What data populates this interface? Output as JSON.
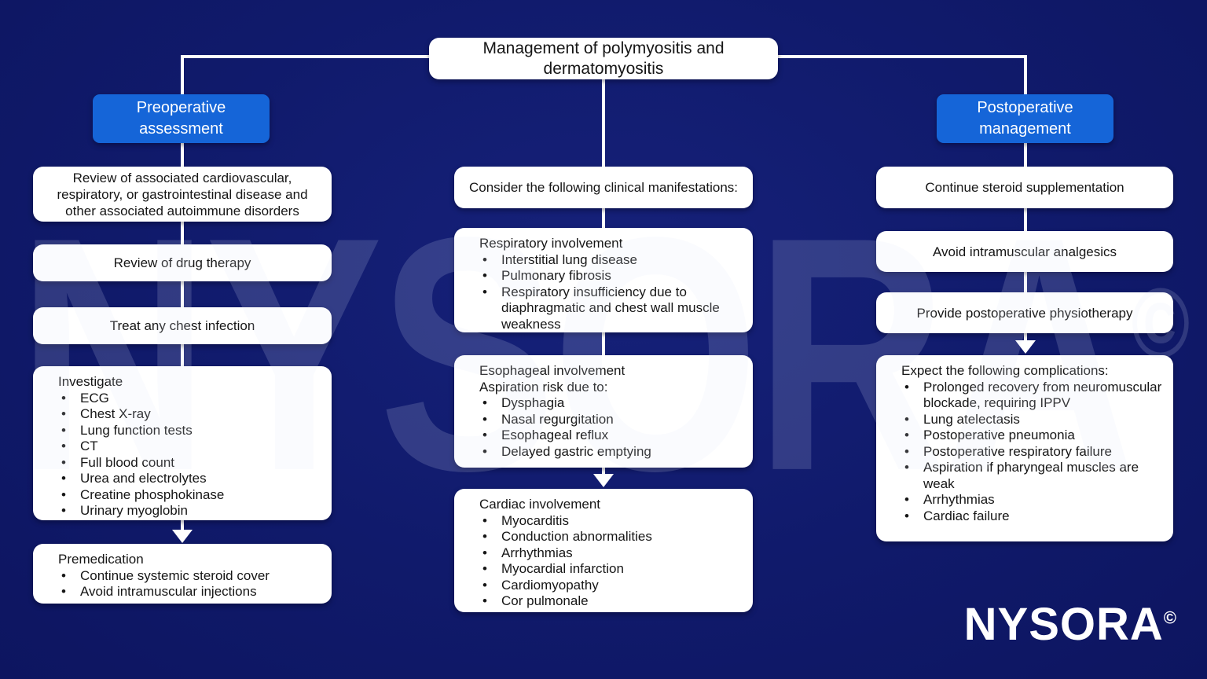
{
  "title": "Management of polymyositis and dermatomyositis",
  "watermark": {
    "text": "NYSORA",
    "copyright": "©"
  },
  "logo": {
    "text": "NYSORA",
    "copyright": "©"
  },
  "colors": {
    "background": "#101a6b",
    "accent_blue": "#1565d8",
    "box_white": "#ffffff",
    "text_dark": "#161616",
    "connector": "#ffffff"
  },
  "columns": {
    "left": {
      "header": "Preoperative assessment",
      "boxes": [
        {
          "text": "Review of associated cardiovascular, respiratory, or gastrointestinal disease and other associated autoimmune disorders"
        },
        {
          "text": "Review of drug therapy"
        },
        {
          "text": "Treat any chest infection"
        },
        {
          "title": "Investigate",
          "items": [
            "ECG",
            "Chest X-ray",
            "Lung function tests",
            "CT",
            "Full blood count",
            "Urea and electrolytes",
            "Creatine phosphokinase",
            "Urinary myoglobin"
          ]
        },
        {
          "title": "Premedication",
          "items": [
            "Continue systemic steroid cover",
            "Avoid intramuscular injections"
          ]
        }
      ]
    },
    "middle": {
      "boxes": [
        {
          "text": "Consider the following clinical manifestations:"
        },
        {
          "title": "Respiratory involvement",
          "items": [
            "Interstitial lung disease",
            "Pulmonary fibrosis",
            "Respiratory insufficiency due to diaphragmatic and chest wall muscle weakness"
          ]
        },
        {
          "title": "Esophageal involvement",
          "subtitle": "Aspiration risk due to:",
          "items": [
            "Dysphagia",
            "Nasal regurgitation",
            "Esophageal reflux",
            "Delayed gastric emptying"
          ]
        },
        {
          "title": "Cardiac involvement",
          "items": [
            "Myocarditis",
            "Conduction abnormalities",
            "Arrhythmias",
            "Myocardial infarction",
            "Cardiomyopathy",
            "Cor pulmonale"
          ]
        }
      ]
    },
    "right": {
      "header": "Postoperative management",
      "boxes": [
        {
          "text": "Continue steroid supplementation"
        },
        {
          "text": "Avoid intramuscular analgesics"
        },
        {
          "text": "Provide postoperative physiotherapy"
        },
        {
          "title": "Expect the following complications:",
          "items": [
            "Prolonged recovery from neuromuscular blockade, requiring IPPV",
            "Lung atelectasis",
            "Postoperative pneumonia",
            "Postoperative respiratory failure",
            "Aspiration if pharyngeal muscles are weak",
            "Arrhythmias",
            "Cardiac failure"
          ]
        }
      ]
    }
  }
}
